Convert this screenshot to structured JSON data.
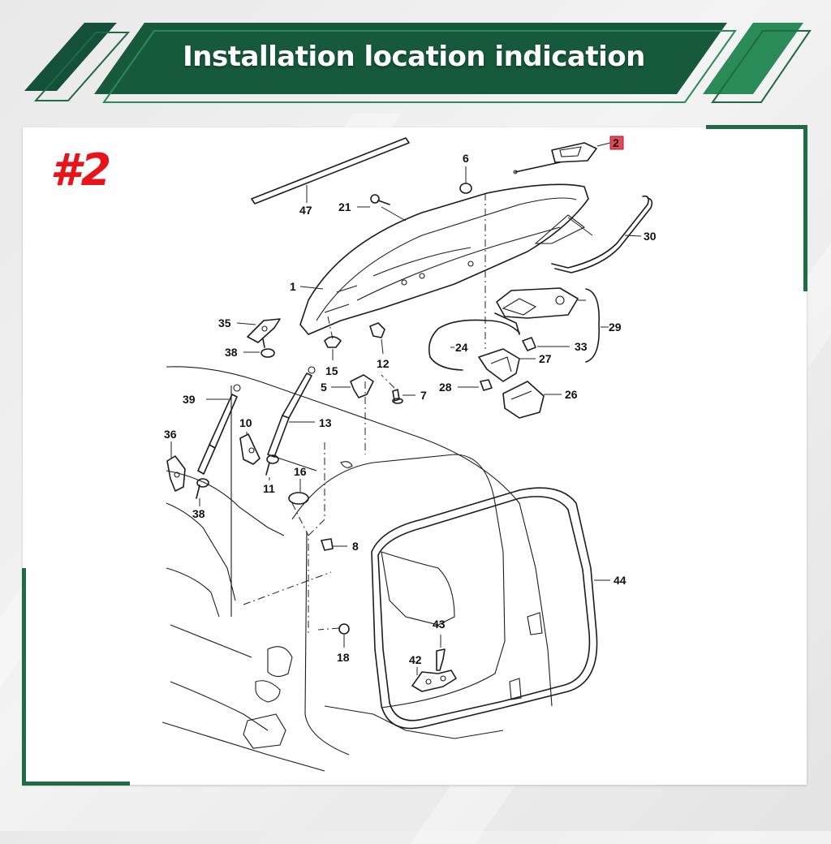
{
  "banner": {
    "title": "Installation location indication",
    "colors": {
      "dark_green": "#12452c",
      "mid_green": "#1f6b44",
      "light_green": "#2a8a58"
    }
  },
  "diagram": {
    "tag": "#2",
    "tag_color": "#e8141b",
    "highlight_color": "#e04a5a",
    "highlighted_part": "2",
    "callouts": [
      {
        "id": "c2",
        "text": "2"
      },
      {
        "id": "c6",
        "text": "6"
      },
      {
        "id": "c47",
        "text": "47"
      },
      {
        "id": "c21",
        "text": "21"
      },
      {
        "id": "c30",
        "text": "30"
      },
      {
        "id": "c1",
        "text": "1"
      },
      {
        "id": "c29",
        "text": "29"
      },
      {
        "id": "c35",
        "text": "35"
      },
      {
        "id": "c38a",
        "text": "38"
      },
      {
        "id": "c15",
        "text": "15"
      },
      {
        "id": "c12",
        "text": "12"
      },
      {
        "id": "c24",
        "text": "24"
      },
      {
        "id": "c33",
        "text": "33"
      },
      {
        "id": "c27",
        "text": "27"
      },
      {
        "id": "c5",
        "text": "5"
      },
      {
        "id": "c7",
        "text": "7"
      },
      {
        "id": "c28",
        "text": "28"
      },
      {
        "id": "c26",
        "text": "26"
      },
      {
        "id": "c39",
        "text": "39"
      },
      {
        "id": "c13",
        "text": "13"
      },
      {
        "id": "c10",
        "text": "10"
      },
      {
        "id": "c36",
        "text": "36"
      },
      {
        "id": "c11",
        "text": "11"
      },
      {
        "id": "c16",
        "text": "16"
      },
      {
        "id": "c38b",
        "text": "38"
      },
      {
        "id": "c8",
        "text": "8"
      },
      {
        "id": "c44",
        "text": "44"
      },
      {
        "id": "c43",
        "text": "43"
      },
      {
        "id": "c18",
        "text": "18"
      },
      {
        "id": "c42",
        "text": "42"
      }
    ]
  }
}
